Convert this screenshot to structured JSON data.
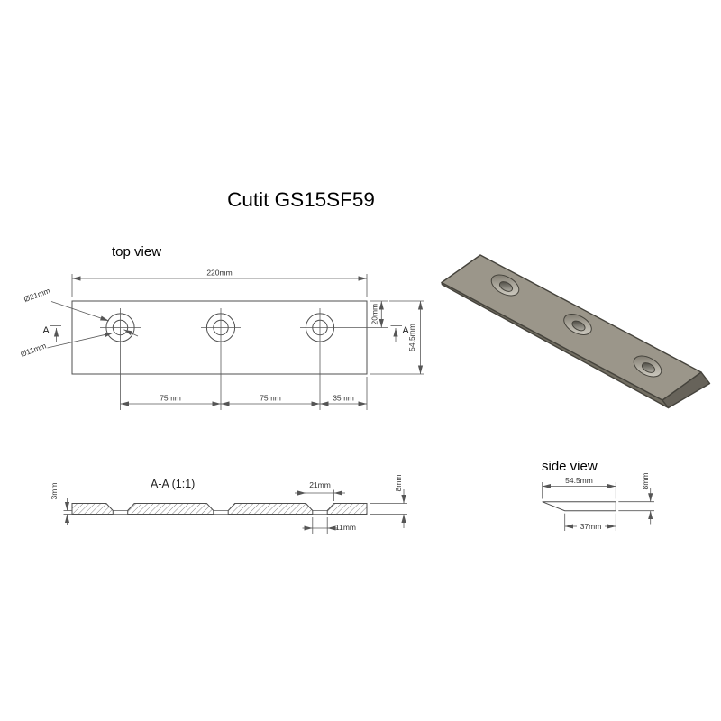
{
  "title": "Cutit GS15SF59",
  "top_view": {
    "label": "top view",
    "section_letter": "A",
    "dim_length": "220mm",
    "dim_hole_offset": "20mm",
    "dim_height": "54.5mm",
    "dim_pitch1": "75mm",
    "dim_pitch2": "75mm",
    "dim_end": "35mm",
    "dia_countersink": "Ø21mm",
    "dia_hole": "Ø11mm"
  },
  "section_view": {
    "label": "A-A (1:1)",
    "dim_edge": "3mm",
    "dim_thickness": "8mm",
    "dim_countersink": "21mm",
    "dim_hole": "11mm"
  },
  "side_view": {
    "label": "side view",
    "dim_width": "54.5mm",
    "dim_thickness": "8mm",
    "dim_flat": "37mm"
  },
  "iso_view": {
    "face_top_color": "#9b968a",
    "face_front_color": "#716d61",
    "face_end_color": "#67635a",
    "outline_color": "#45433c"
  },
  "colors": {
    "part_line": "#4f4f4f",
    "dim_line": "#5a5a5a",
    "dim_text": "#333333",
    "label_text": "#000000",
    "background": "#ffffff"
  }
}
